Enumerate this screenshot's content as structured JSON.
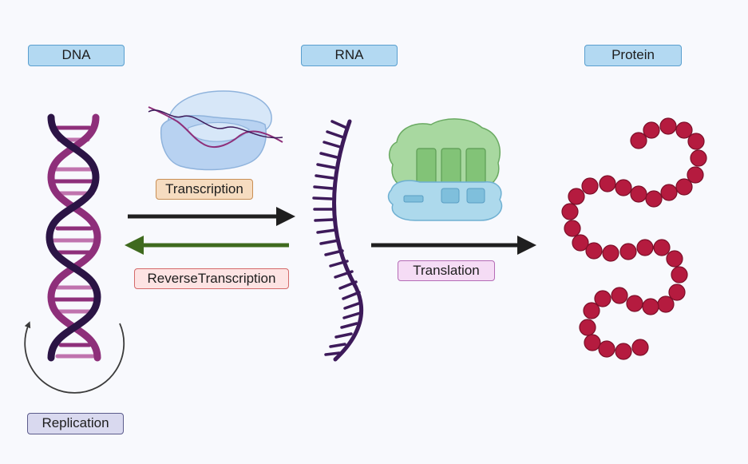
{
  "labels": {
    "dna": "DNA",
    "rna": "RNA",
    "protein": "Protein",
    "transcription": "Transcription",
    "reverse_transcription": "ReverseTranscription",
    "translation": "Translation",
    "replication": "Replication"
  },
  "colors": {
    "dna_dark": "#2b1445",
    "dna_light": "#8e2f7a",
    "forward_arrow": "#1f1f1f",
    "reverse_arrow": "#3f6a1e",
    "rna_strand": "#3d1a5a",
    "protein_bead": "#b51b3f",
    "ribosome_top": "#9fd59a",
    "ribosome_bottom": "#a9d7ea",
    "polymerase": "#bcd6f2"
  },
  "icons": [
    "dna-double-helix-icon",
    "rna-strand-icon",
    "protein-chain-icon",
    "rna-polymerase-icon",
    "ribosome-icon",
    "replication-cycle-arrow-icon"
  ]
}
